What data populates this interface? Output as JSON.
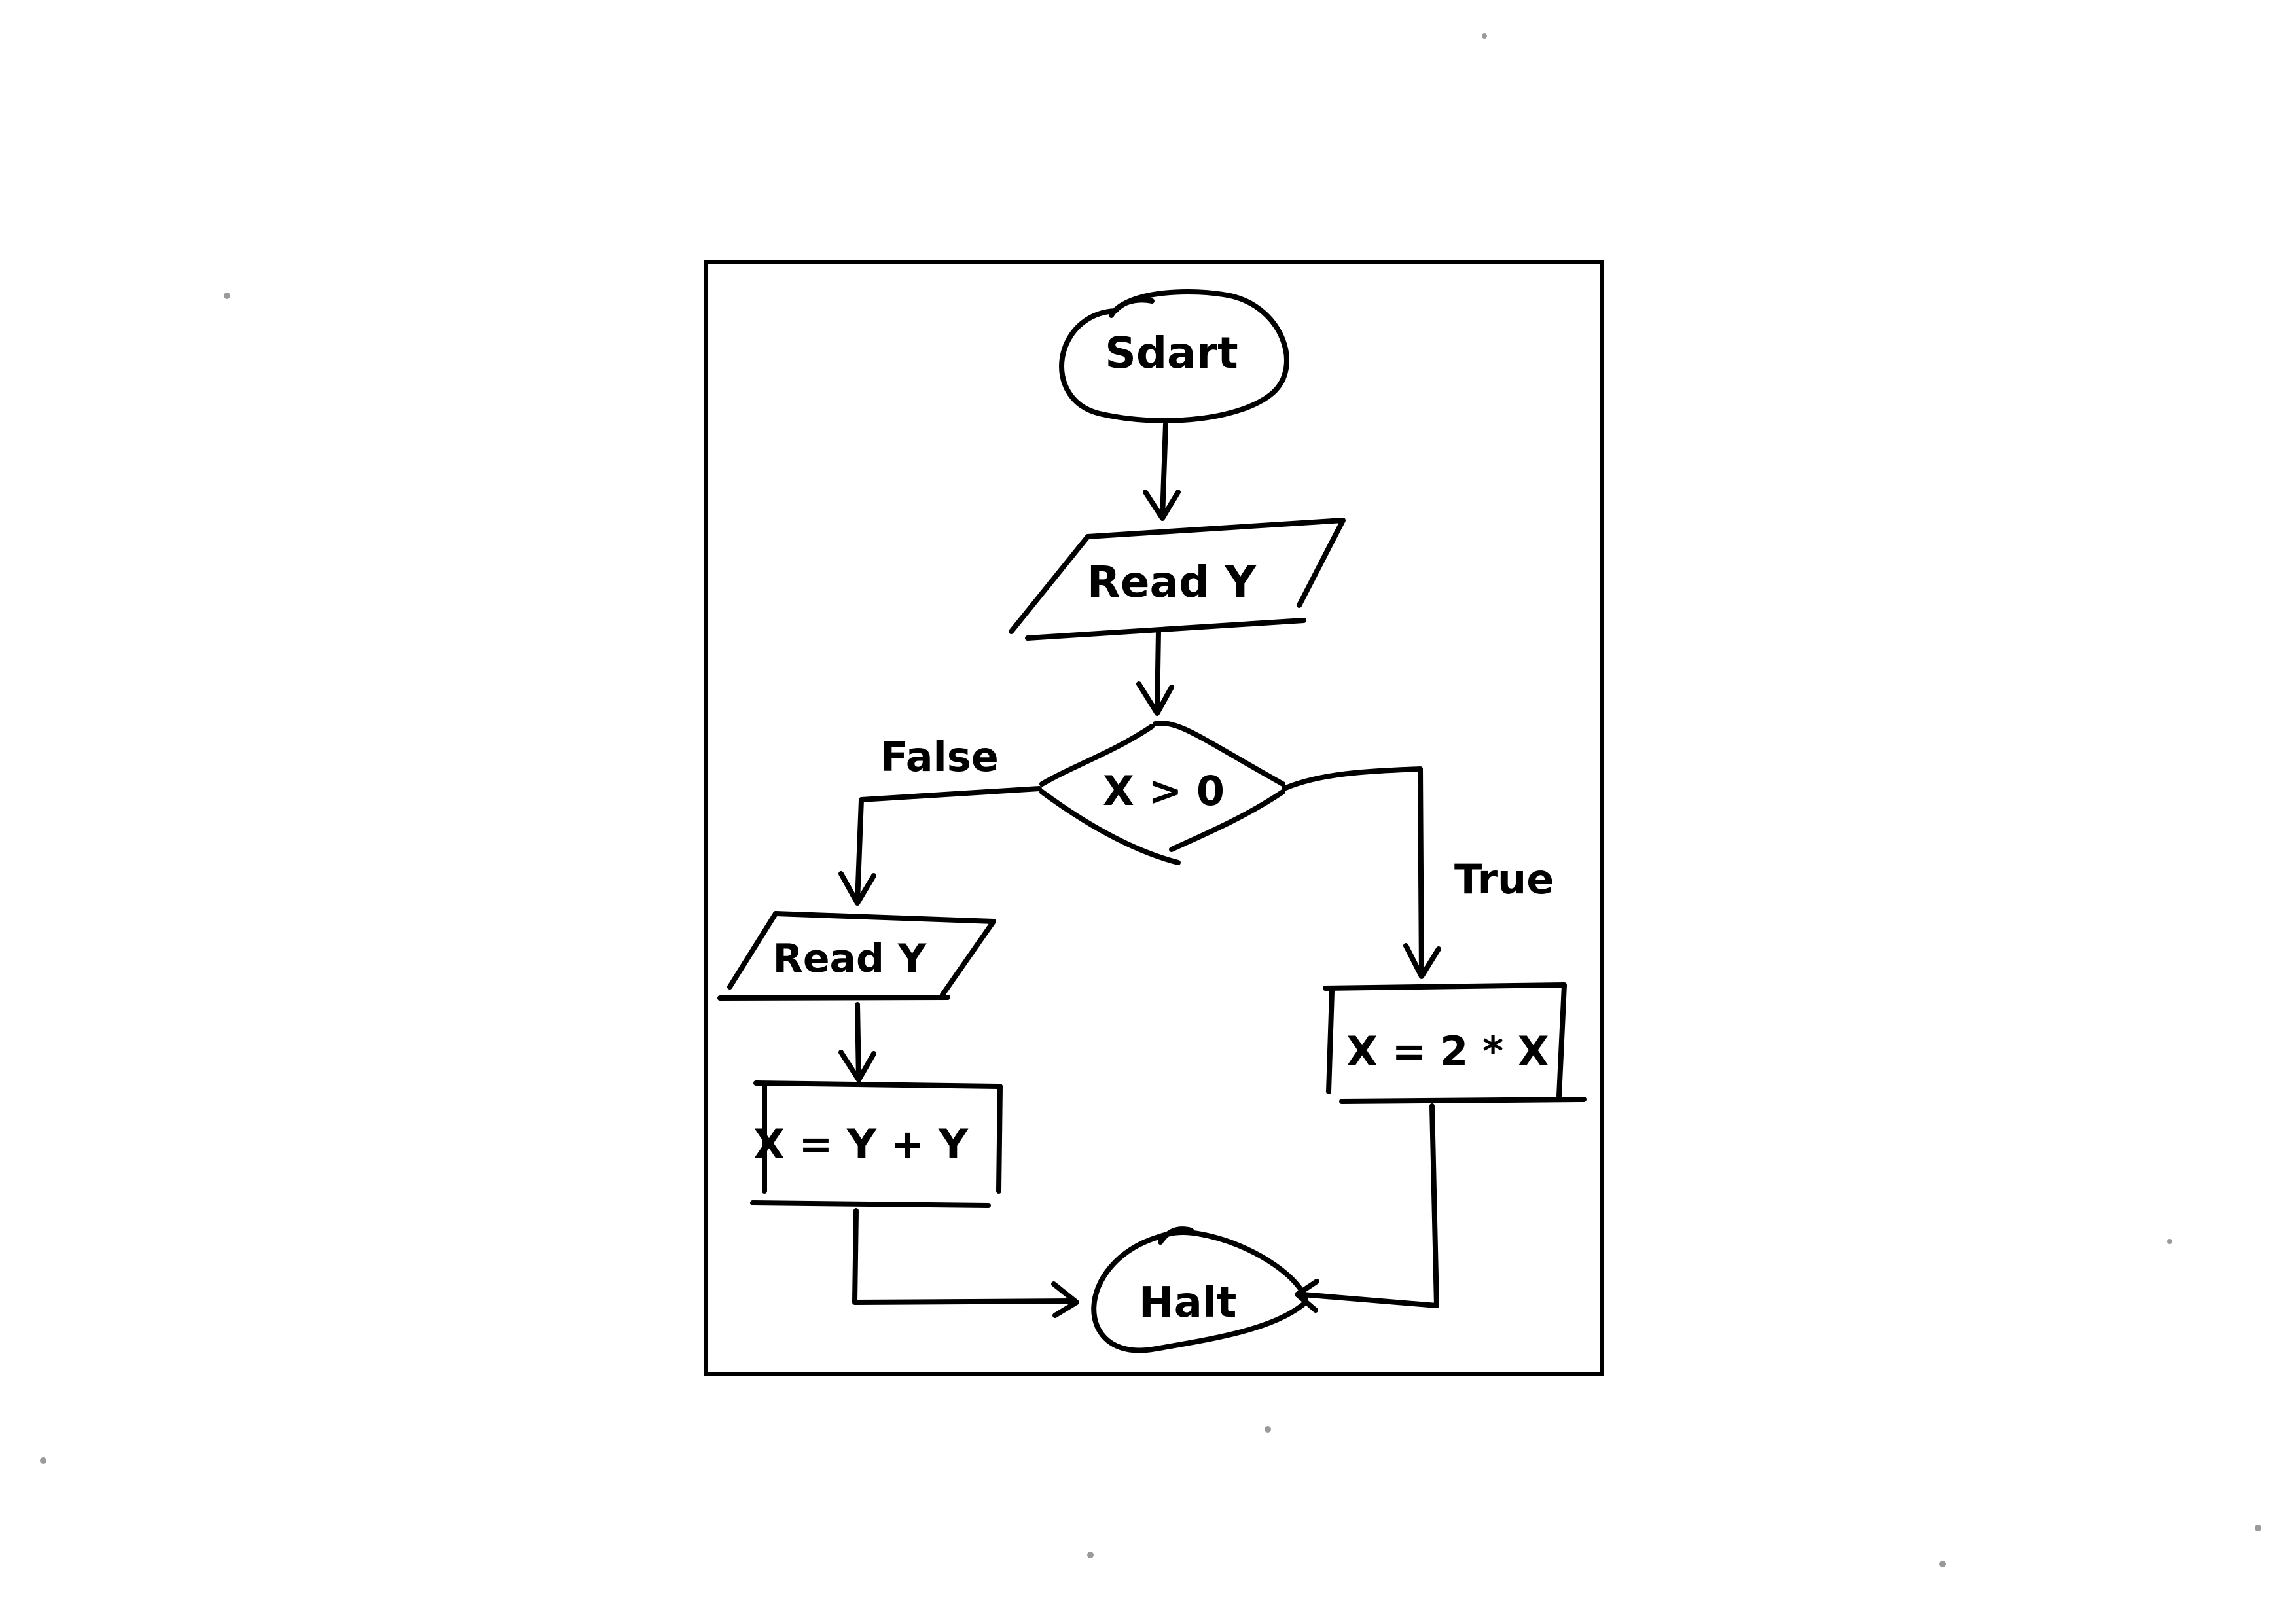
{
  "flowchart": {
    "nodes": {
      "start": {
        "text": "Sdart",
        "shape": "terminator"
      },
      "read_y_top": {
        "text": "Read Y",
        "shape": "input-output"
      },
      "decision": {
        "text": "X > 0",
        "shape": "decision"
      },
      "read_y_left": {
        "text": "Read Y",
        "shape": "input-output"
      },
      "assign_left": {
        "text": "X = Y + Y",
        "shape": "process"
      },
      "assign_right": {
        "text": "X = 2 * X",
        "shape": "process"
      },
      "halt": {
        "text": "Halt",
        "shape": "terminator"
      }
    },
    "edges": {
      "false_label": "False",
      "true_label": "True"
    },
    "connections": [
      [
        "start",
        "read_y_top"
      ],
      [
        "read_y_top",
        "decision"
      ],
      [
        "decision",
        "read_y_left"
      ],
      [
        "decision",
        "assign_right"
      ],
      [
        "read_y_left",
        "assign_left"
      ],
      [
        "assign_left",
        "halt"
      ],
      [
        "assign_right",
        "halt"
      ]
    ]
  }
}
